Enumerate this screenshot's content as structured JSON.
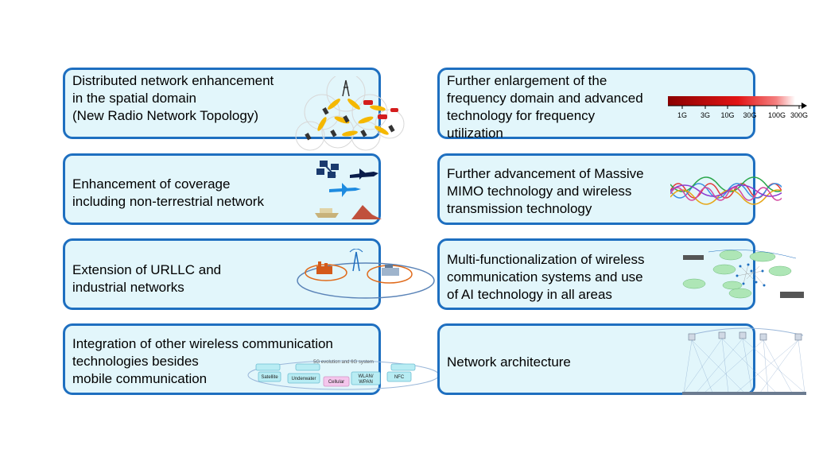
{
  "cards": [
    {
      "id": "b1",
      "lines": [
        "Distributed network enhancement",
        "in the spatial domain",
        "(New Radio Network Topology)"
      ],
      "icon": "mesh-network-icon"
    },
    {
      "id": "b2",
      "lines": [
        "Enhancement of coverage",
        "including non-terrestrial network"
      ],
      "icon": "satellite-plane-ship-icon"
    },
    {
      "id": "b3",
      "lines": [
        "Extension of URLLC and",
        "industrial networks"
      ],
      "icon": "factory-antenna-icon"
    },
    {
      "id": "b4",
      "lines": [
        "Integration of other wireless communication",
        "technologies besides",
        "mobile communication"
      ],
      "icon": "5g-evolution-diagram"
    },
    {
      "id": "b5",
      "lines": [
        "Further enlargement of the",
        "frequency domain and advanced",
        "technology for frequency",
        "utilization"
      ],
      "icon": "frequency-scale"
    },
    {
      "id": "b6",
      "lines": [
        "Further advancement of Massive",
        "MIMO technology and wireless",
        "transmission technology"
      ],
      "icon": "waveform-icon"
    },
    {
      "id": "b7",
      "lines": [
        "Multi-functionalization  of wireless",
        "communication systems and use",
        "of AI technology in all areas"
      ],
      "icon": "ai-network-diagram"
    },
    {
      "id": "b8",
      "lines": [
        "Network architecture"
      ],
      "icon": "network-architecture-icon"
    }
  ],
  "frequency_ticks": [
    "1G",
    "3G",
    "10G",
    "30G",
    "100G",
    "300G"
  ],
  "evolution_diagram": {
    "title": "5G evolution and 6G system",
    "labels": [
      "Satellite",
      "Underwater",
      "Cellular",
      "WLAN/\nWPAN",
      "NFC"
    ],
    "wlan_line1": "WLAN/",
    "wlan_line2": "WPAN"
  },
  "colors": {
    "border": "#1e6fc0",
    "fill": "#e2f6fb",
    "accent_red": "#e01010"
  }
}
